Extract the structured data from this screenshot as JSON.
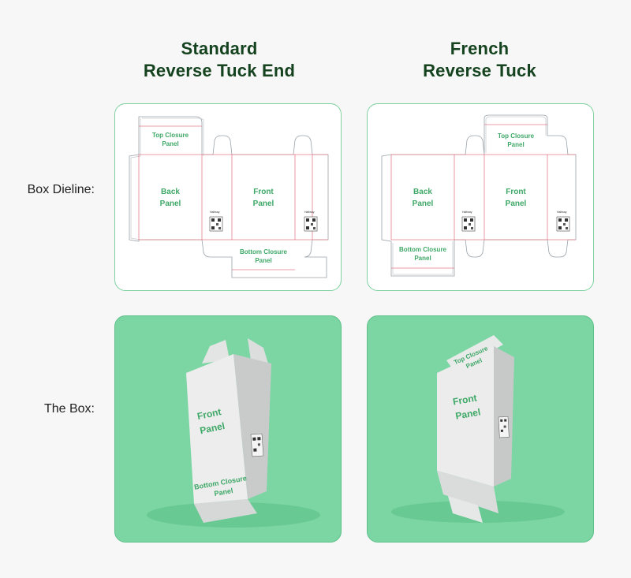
{
  "columns": [
    {
      "title_line1": "Standard",
      "title_line2": "Reverse Tuck End"
    },
    {
      "title_line1": "French",
      "title_line2": "Reverse Tuck"
    }
  ],
  "rows": {
    "dieline_label": "Box Dieline:",
    "box_label": "The Box:"
  },
  "standard_dieline": {
    "top": [
      "Top Closure",
      "Panel"
    ],
    "back": [
      "Back",
      "Panel"
    ],
    "front": [
      "Front",
      "Panel"
    ],
    "bottom": [
      "Bottom Closure",
      "Panel"
    ]
  },
  "french_dieline": {
    "top": [
      "Top Closure",
      "Panel"
    ],
    "back": [
      "Back",
      "Panel"
    ],
    "front": [
      "Front",
      "Panel"
    ],
    "bottom": [
      "Bottom Closure",
      "Panel"
    ]
  },
  "standard_box": {
    "front": [
      "Front",
      "Panel"
    ],
    "bottom": [
      "Bottom Closure",
      "Panel"
    ]
  },
  "french_box": {
    "front": [
      "Front",
      "Panel"
    ],
    "top": [
      "Top Closure",
      "Panel"
    ]
  },
  "logo": "Halfway",
  "colors": {
    "background": "#f6f7f6",
    "title": "#15431f",
    "accent_green": "#3ea867",
    "card_border": "#7fd19f",
    "box_bg": "#7cd6a3",
    "cut_line": "#9aa2a8",
    "fold_line": "#e27d8a"
  }
}
